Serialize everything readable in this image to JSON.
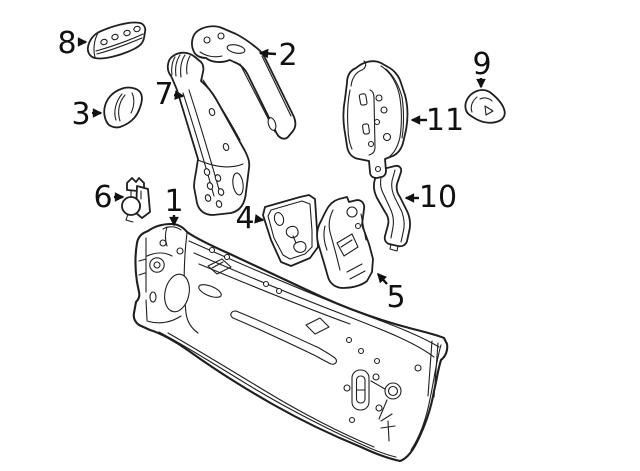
{
  "diagram": {
    "type": "exploded-parts-diagram",
    "background_color": "#ffffff",
    "line_color": "#1f1f1f",
    "label_color": "#111111",
    "callouts": [
      {
        "label": "1"
      },
      {
        "label": "2"
      },
      {
        "label": "3"
      },
      {
        "label": "4"
      },
      {
        "label": "5"
      },
      {
        "label": "6"
      },
      {
        "label": "7"
      },
      {
        "label": "8"
      },
      {
        "label": "9"
      },
      {
        "label": "10"
      },
      {
        "label": "11"
      }
    ]
  }
}
